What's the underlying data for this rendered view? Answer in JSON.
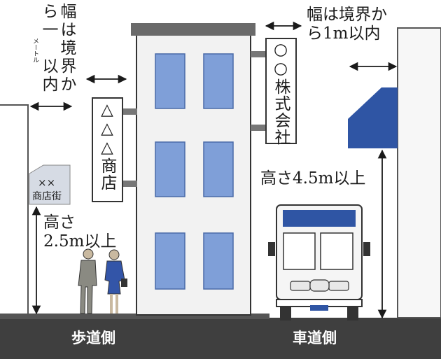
{
  "labels": {
    "left_width_note_line1": "幅は境界か",
    "left_width_note_line2_a": "ら一",
    "left_width_note_ruby": "メートル",
    "left_width_note_line3": "以内",
    "right_width_note_line1": "幅は境界か",
    "right_width_note_line2": "ら1m以内",
    "height_left_line1": "高さ",
    "height_left_line2": "2.5m以上",
    "height_right": "高さ4.5m以上",
    "sign_shop": "△△△商店",
    "sign_company": "○○株式会社",
    "sign_shopping_street_marks": "××",
    "sign_shopping_street": "商店街",
    "ground_left": "歩道側",
    "ground_right": "車道側"
  },
  "colors": {
    "window_blue": "#7f9fd8",
    "bus_blue": "#2f55a4",
    "ground": "#3f3f3f",
    "building_fill": "#f2f2f2",
    "outline": "#333333"
  },
  "icons": {
    "arrows": "double-headed-arrow",
    "pedestrians": "person-silhouette",
    "vehicle": "bus"
  }
}
